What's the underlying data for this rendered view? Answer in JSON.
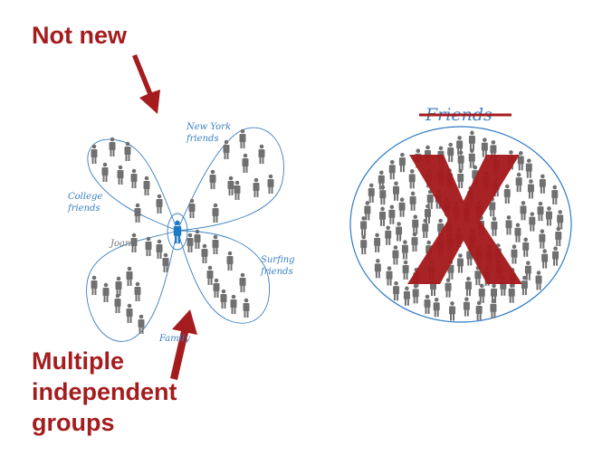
{
  "left_caption": "Not new",
  "bottom_caption": [
    "Multiple",
    "independent",
    "groups"
  ],
  "groups": [
    {
      "label_lines": [
        "New York",
        "friends"
      ]
    },
    {
      "label_lines": [
        "College",
        "friends"
      ]
    },
    {
      "label_lines": [
        "Surfing",
        "friends"
      ]
    },
    {
      "label_lines": [
        "Family"
      ]
    }
  ],
  "person_label": "Joan",
  "right_title": "Friends",
  "colors": {
    "accent_red": "#a51c1e",
    "outline_blue": "#3a7fc0",
    "person_gray": "#707070",
    "self_blue": "#1a7ac8"
  }
}
